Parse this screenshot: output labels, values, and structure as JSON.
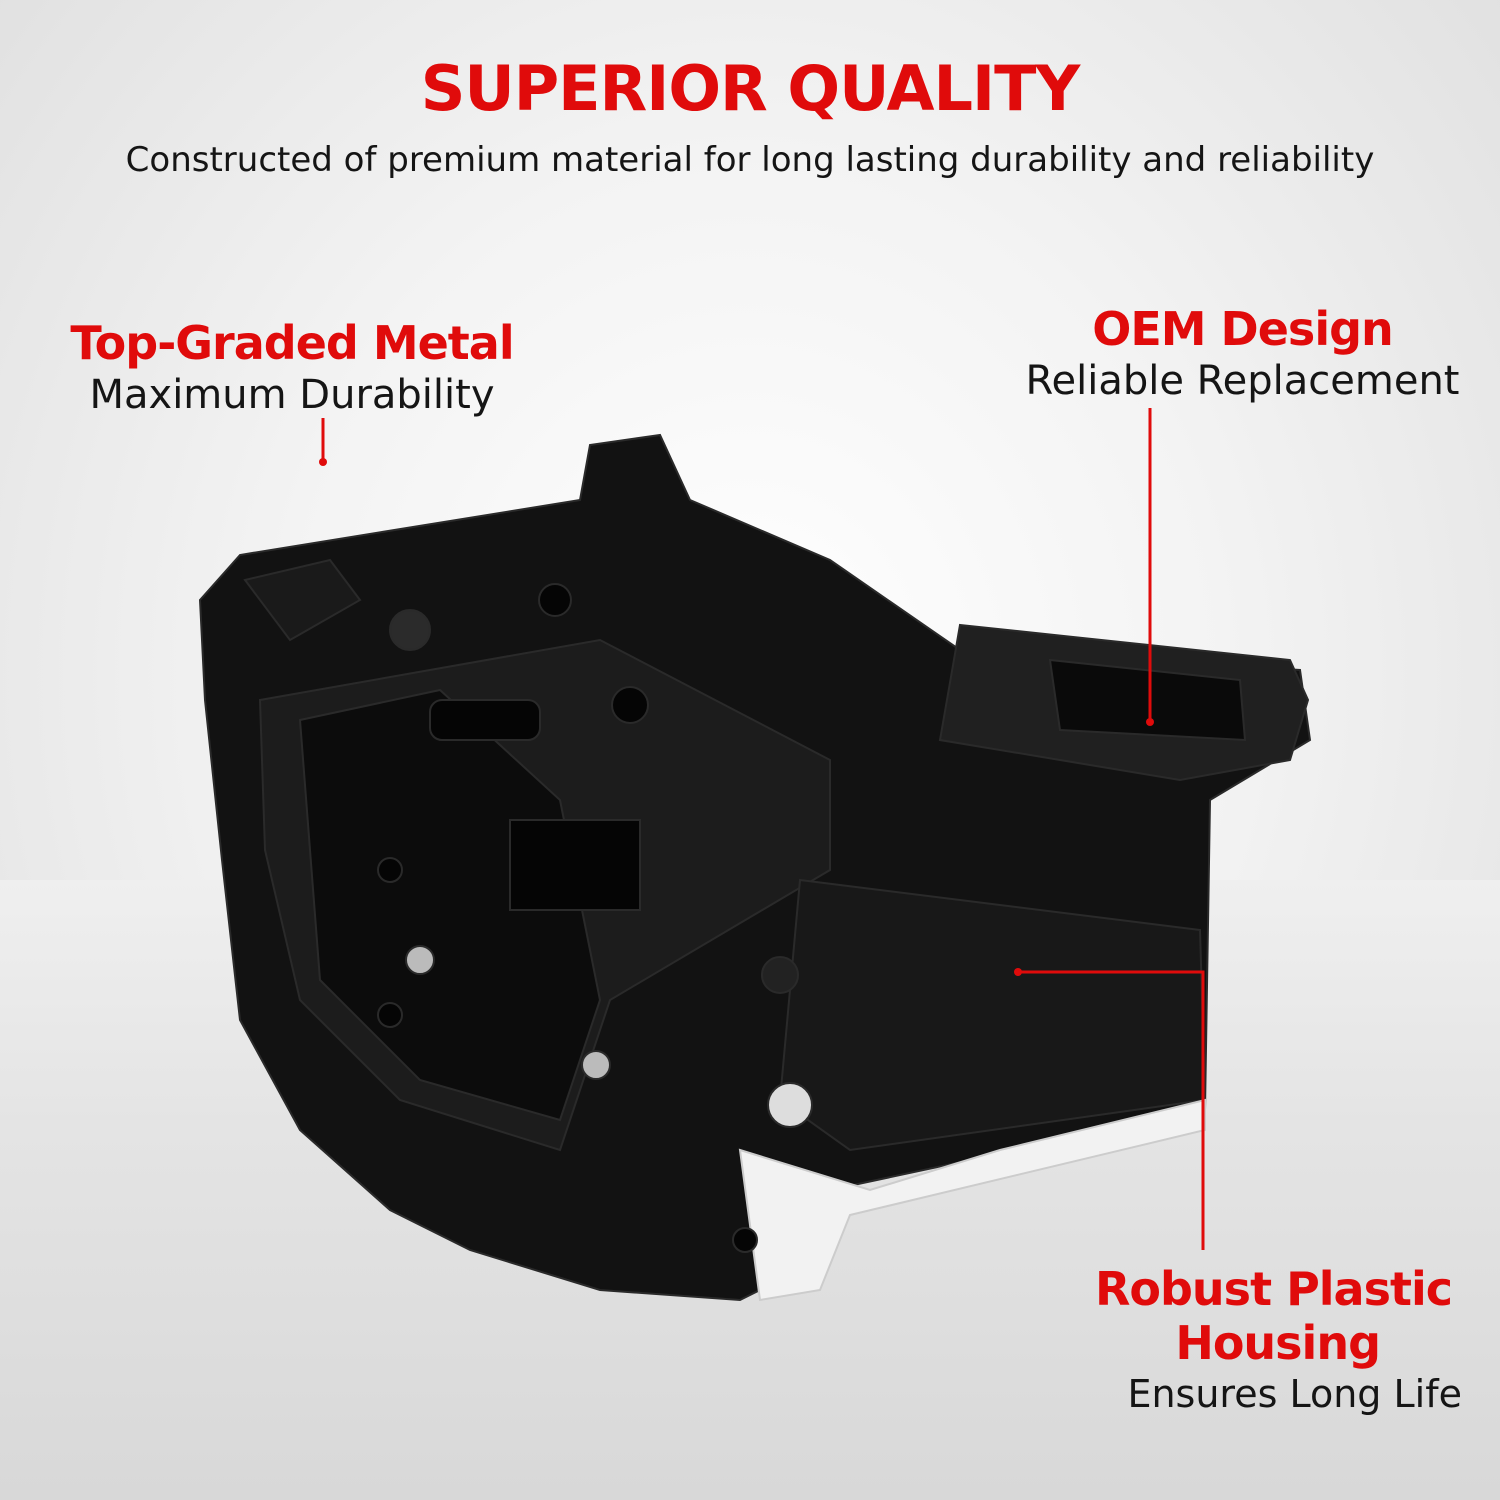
{
  "header": {
    "title": "SUPERIOR QUALITY",
    "subtitle": "Constructed of premium material for long lasting durability and reliability"
  },
  "callouts": {
    "metal": {
      "title": "Top-Graded Metal",
      "subtitle": "Maximum Durability"
    },
    "oem": {
      "title": "OEM Design",
      "subtitle": "Reliable Replacement"
    },
    "plastic": {
      "title_line1": "Robust Plastic",
      "title_line2": "Housing",
      "subtitle": "Ensures Long Life"
    }
  },
  "colors": {
    "accent": "#e00b0b",
    "text": "#151515",
    "product": "#111111"
  }
}
